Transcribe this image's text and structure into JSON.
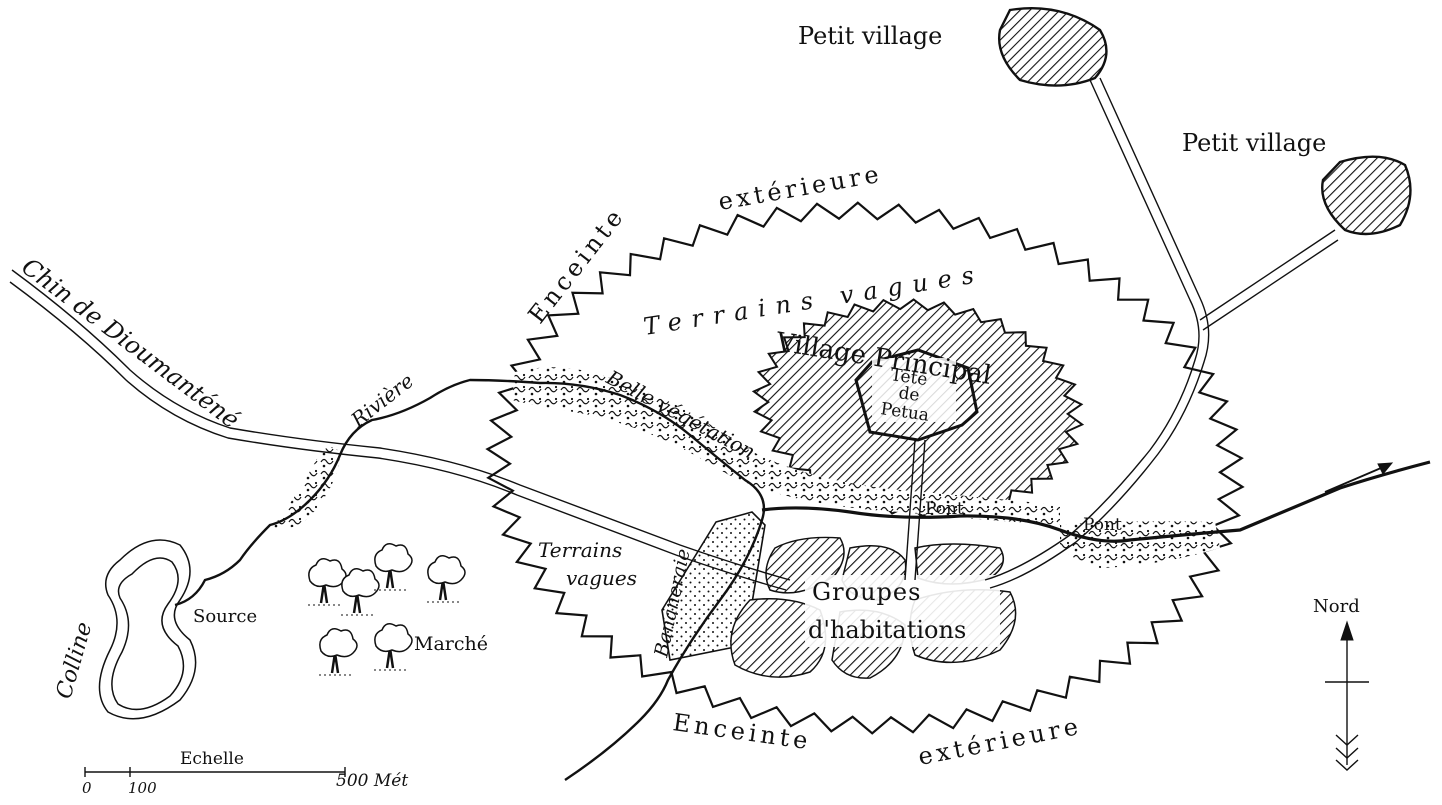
{
  "colors": {
    "ink": "#111111",
    "paper": "#ffffff"
  },
  "labels": {
    "petit_village_1": "Petit village",
    "petit_village_2": "Petit village",
    "enceinte_exterieure_top_1": "extérieure",
    "enceinte_left": "Enceinte",
    "terrains_vagues_top": "Terrains vagues",
    "village_principal": "Village Principal",
    "tete_de_petua_1": "Tete",
    "tete_de_petua_2": "de",
    "tete_de_petua_3": "Petua",
    "chemin": "Chin de Dioumanténé",
    "riviere": "Rivière",
    "belle_vegetation": "Belle végétation",
    "pont_1": "Pont",
    "pont_2": "Pont",
    "terrains_vagues_left_1": "Terrains",
    "terrains_vagues_left_2": "vagues",
    "bananeraie": "Bananeraie",
    "groupes_1": "Groupes",
    "groupes_2": "d'habitations",
    "colline": "Colline",
    "source": "Source",
    "marche": "Marché",
    "enceinte_bottom_1": "Enceinte",
    "enceinte_bottom_2": "extérieure",
    "nord": "Nord",
    "echelle": "Echelle",
    "scale_0": "0",
    "scale_100": "100",
    "scale_500": "500 Mét"
  }
}
